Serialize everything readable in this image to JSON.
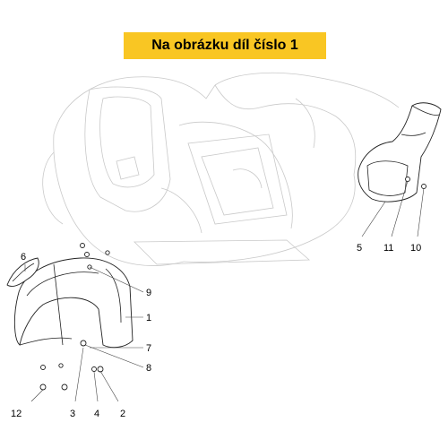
{
  "banner": {
    "text": "Na obrázku díl číslo 1"
  },
  "callouts": {
    "c1": "1",
    "c2": "2",
    "c3": "3",
    "c4": "4",
    "c5": "5",
    "c6": "6",
    "c7": "7",
    "c8": "8",
    "c9": "9",
    "c10": "10",
    "c11": "11",
    "c12": "12"
  },
  "colors": {
    "banner": "#f9c623"
  }
}
